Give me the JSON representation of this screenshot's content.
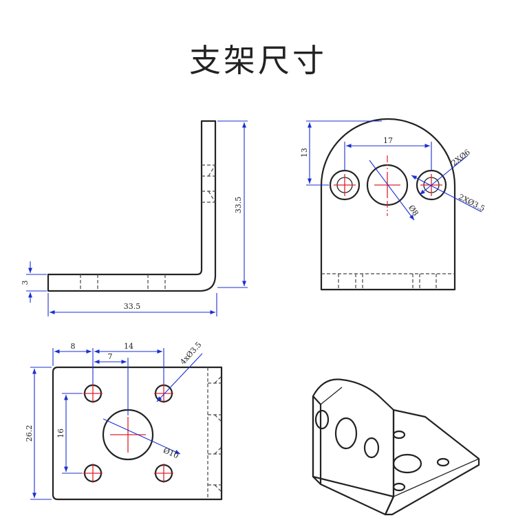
{
  "title": "支架尺寸",
  "views": {
    "side": {
      "height_label": "33.5",
      "width_label": "33.5",
      "thickness_label": "3"
    },
    "front": {
      "top_label": "13",
      "spacing_label": "17",
      "big_hole_label": "Ø8",
      "small_hole_label": "2XØ3.5",
      "counterbore_label": "2XØ6"
    },
    "top": {
      "w8_label": "8",
      "w14_label": "14",
      "w7_label": "7",
      "h16_label": "16",
      "h26_label": "26.2",
      "hole4_label": "4xØ3.5",
      "big_hole_label": "Ø10"
    }
  }
}
